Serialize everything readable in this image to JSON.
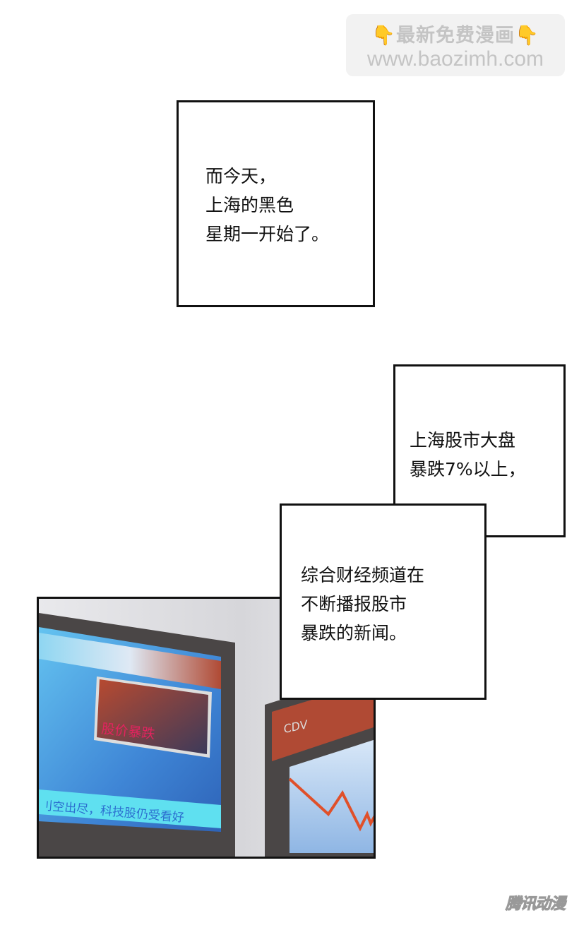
{
  "watermark": {
    "line1": "最新免费漫画",
    "line2": "www.baozimh.com",
    "icon": "pointing-down-hand-icon"
  },
  "captions": [
    {
      "lines": "而今天，\n上海的黑色\n星期一开始了。"
    },
    {
      "lines": "上海股市大盘\n暴跌7%以上，"
    },
    {
      "lines": "综合财经频道在\n不断播报股市\n暴跌的新闻。"
    }
  ],
  "panel": {
    "screen_headline": "股价暴跌",
    "screen_ticker": "刂空出尽，科技股仍受看好",
    "channel_logo": "CDV",
    "colors": {
      "screen_blue": "#3f86d6",
      "headline_red": "#e0245e",
      "banner_red": "#b04a34",
      "bezel": "#4a4646",
      "ticker": "#5fe0f0"
    }
  },
  "publisher_logo": "腾讯动漫"
}
